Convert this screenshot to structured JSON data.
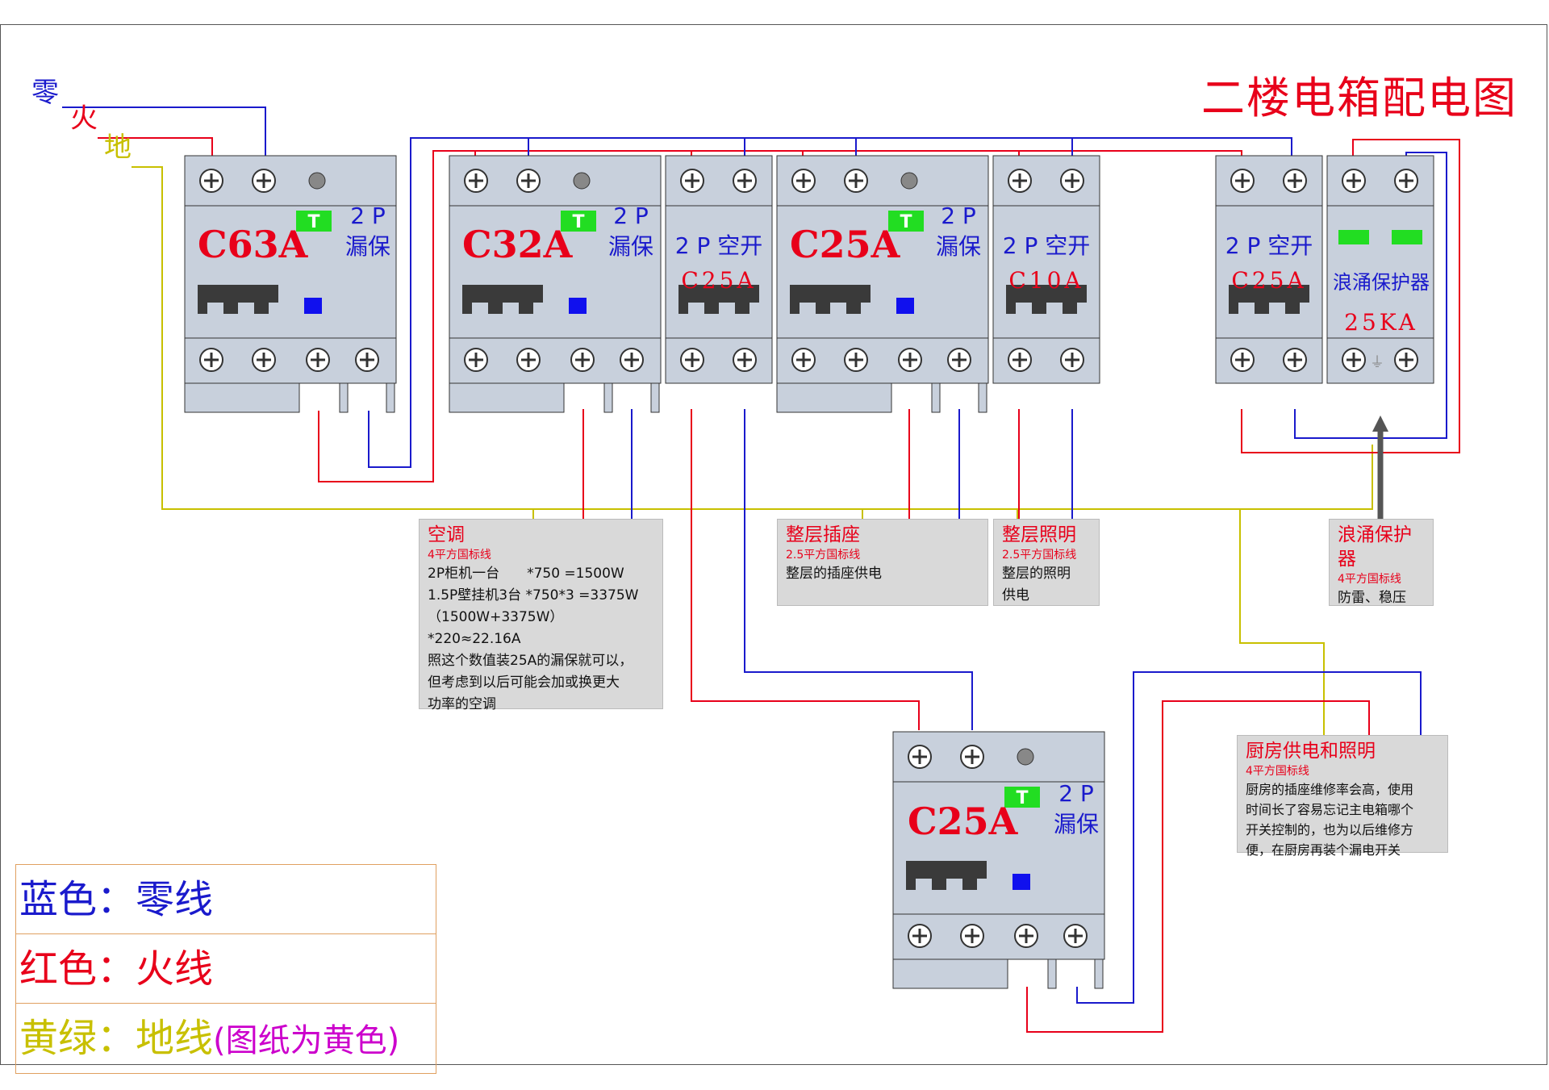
{
  "title": "二楼电箱配电图",
  "wire_labels": {
    "neutral": "零",
    "live": "火",
    "earth": "地"
  },
  "colors": {
    "neutral": "#1a1acc",
    "live": "#e8001a",
    "earth": "#c8c000",
    "breaker_body": "#c8d0dc",
    "green_tag": "#22dd22",
    "magenta": "#cc00cc"
  },
  "breakers": {
    "main": {
      "rating": "C63A",
      "type_line1": "2 P",
      "type_line2": "漏保"
    },
    "ac": {
      "rating": "C32A",
      "type_line1": "2 P",
      "type_line2": "漏保"
    },
    "switch_c25": {
      "type_line1": "2 P 空开",
      "rating": "C25A"
    },
    "socket": {
      "rating": "C25A",
      "type_line1": "2 P",
      "type_line2": "漏保"
    },
    "lighting": {
      "type_line1": "2 P 空开",
      "rating": "C10A"
    },
    "spd_switch": {
      "type_line1": "2 P 空开",
      "rating": "C25A"
    },
    "spd": {
      "type_line1": "浪涌保护器",
      "rating": "25KA"
    },
    "kitchen": {
      "rating": "C25A",
      "type_line1": "2 P",
      "type_line2": "漏保"
    }
  },
  "notes": {
    "ac": {
      "title": "空调",
      "wire": "4平方国标线",
      "body": "2P柜机一台　　*750 =1500W\n1.5P壁挂机3台 *750*3 =3375W\n（1500W+3375W）*220≈22.16A\n照这个数值装25A的漏保就可以，\n但考虑到以后可能会加或换更大\n功率的空调"
    },
    "socket": {
      "title": "整层插座",
      "wire": "2.5平方国标线",
      "body": "整层的插座供电"
    },
    "lighting": {
      "title": "整层照明",
      "wire": "2.5平方国标线",
      "body": "整层的照明\n供电"
    },
    "spd": {
      "title": "浪涌保护器",
      "wire": "4平方国标线",
      "body": "防雷、稳压"
    },
    "kitchen": {
      "title": "厨房供电和照明",
      "wire": "4平方国标线",
      "body": "厨房的插座维修率会高，使用\n时间长了容易忘记主电箱哪个\n开关控制的，也为以后维修方\n便，在厨房再装个漏电开关"
    }
  },
  "legend": {
    "blue_label": "蓝色：",
    "blue_value": "零线",
    "red_label": "红色：",
    "red_value": "火线",
    "yg_label": "黄绿：",
    "yg_value": "地线",
    "yg_note": "(图纸为黄色)"
  }
}
